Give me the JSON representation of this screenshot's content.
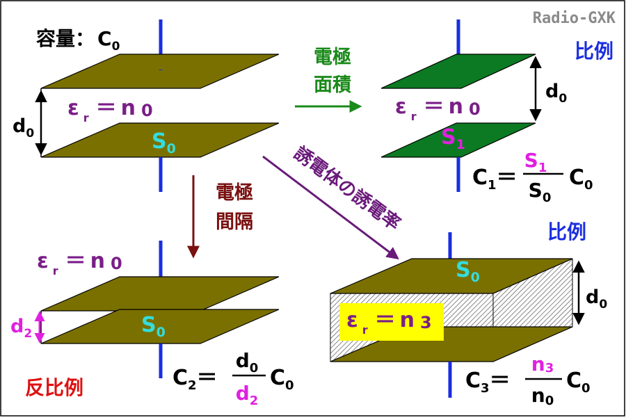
{
  "watermark": "Radio-GXK",
  "colors": {
    "plate": "#7a7000",
    "plate_green": "#0b7a22",
    "lead": "#1a2ee0",
    "eps": "#7a1f87",
    "s_cyan": "#33dddd",
    "s_magenta": "#e020e0",
    "arrow_green": "#1a8a1a",
    "arrow_dark_red": "#7a1010",
    "arrow_purple": "#6a1a7a",
    "prop_blue": "#1a2ee0",
    "inv_red": "#e01010",
    "highlight": "#ffff00"
  },
  "top_left": {
    "capacity_label": "容量：",
    "c": "C",
    "c_sub": "0",
    "eps": "ε",
    "eps_sub": "r",
    "eq": "＝",
    "n": "n",
    "n_sub": "0",
    "d": "d",
    "d_sub": "0",
    "s": "S",
    "s_sub": "0"
  },
  "area_arrow": {
    "line1": "電極",
    "line2": "面積"
  },
  "gap_arrow": {
    "line1": "電極",
    "line2": "間隔"
  },
  "perm_arrow": {
    "text": "誘電体の誘電率"
  },
  "top_right": {
    "relation": "比例",
    "eps": "ε",
    "eps_sub": "r",
    "eq": "＝",
    "n": "n",
    "n_sub": "0",
    "d": "d",
    "d_sub": "0",
    "s": "S",
    "s_sub": "1",
    "formula": {
      "lhs": "C",
      "lhs_sub": "1",
      "eq": "＝",
      "num": "S",
      "num_sub": "1",
      "den": "S",
      "den_sub": "0",
      "rhs": "C",
      "rhs_sub": "0"
    }
  },
  "bottom_left": {
    "relation": "反比例",
    "eps": "ε",
    "eps_sub": "r",
    "eq": "＝",
    "n": "n",
    "n_sub": "0",
    "d": "d",
    "d_sub": "2",
    "s": "S",
    "s_sub": "0",
    "formula": {
      "lhs": "C",
      "lhs_sub": "2",
      "eq": "＝",
      "num": "d",
      "num_sub": "0",
      "den": "d",
      "den_sub": "2",
      "rhs": "C",
      "rhs_sub": "0"
    }
  },
  "bottom_right": {
    "relation": "比例",
    "eps": "ε",
    "eps_sub": "r",
    "eq": "＝",
    "n": "n",
    "n_sub": "3",
    "d": "d",
    "d_sub": "0",
    "s": "S",
    "s_sub": "0",
    "formula": {
      "lhs": "C",
      "lhs_sub": "3",
      "eq": "＝",
      "num": "n",
      "num_sub": "3",
      "den": "n",
      "den_sub": "0",
      "rhs": "C",
      "rhs_sub": "0"
    }
  }
}
